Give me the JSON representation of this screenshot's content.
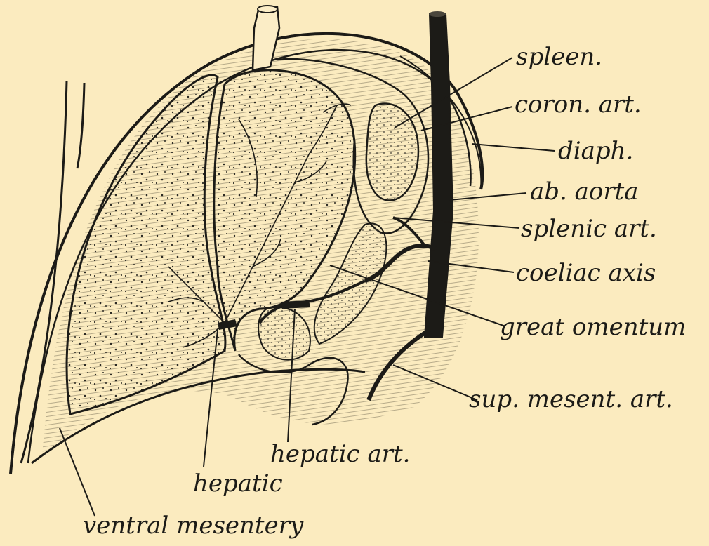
{
  "diagram": {
    "labels": {
      "spleen": "spleen.",
      "coron_art": "coron. art.",
      "diaph": "diaph.",
      "ab_aorta": "ab. aorta",
      "splenic_art": "splenic art.",
      "coeliac_axis": "coeliac axis",
      "great_omentum": "great omentum",
      "sup_mesent_art": "sup. mesent. art.",
      "hepatic_art": "hepatic art.",
      "hepatic": "hepatic",
      "ventral_mesentery": "ventral mesentery"
    },
    "colors": {
      "paper": "#fbebbf",
      "ink": "#1c1b17",
      "organ_fill": "#fbedc6",
      "shade": "#e8d8ac"
    }
  }
}
